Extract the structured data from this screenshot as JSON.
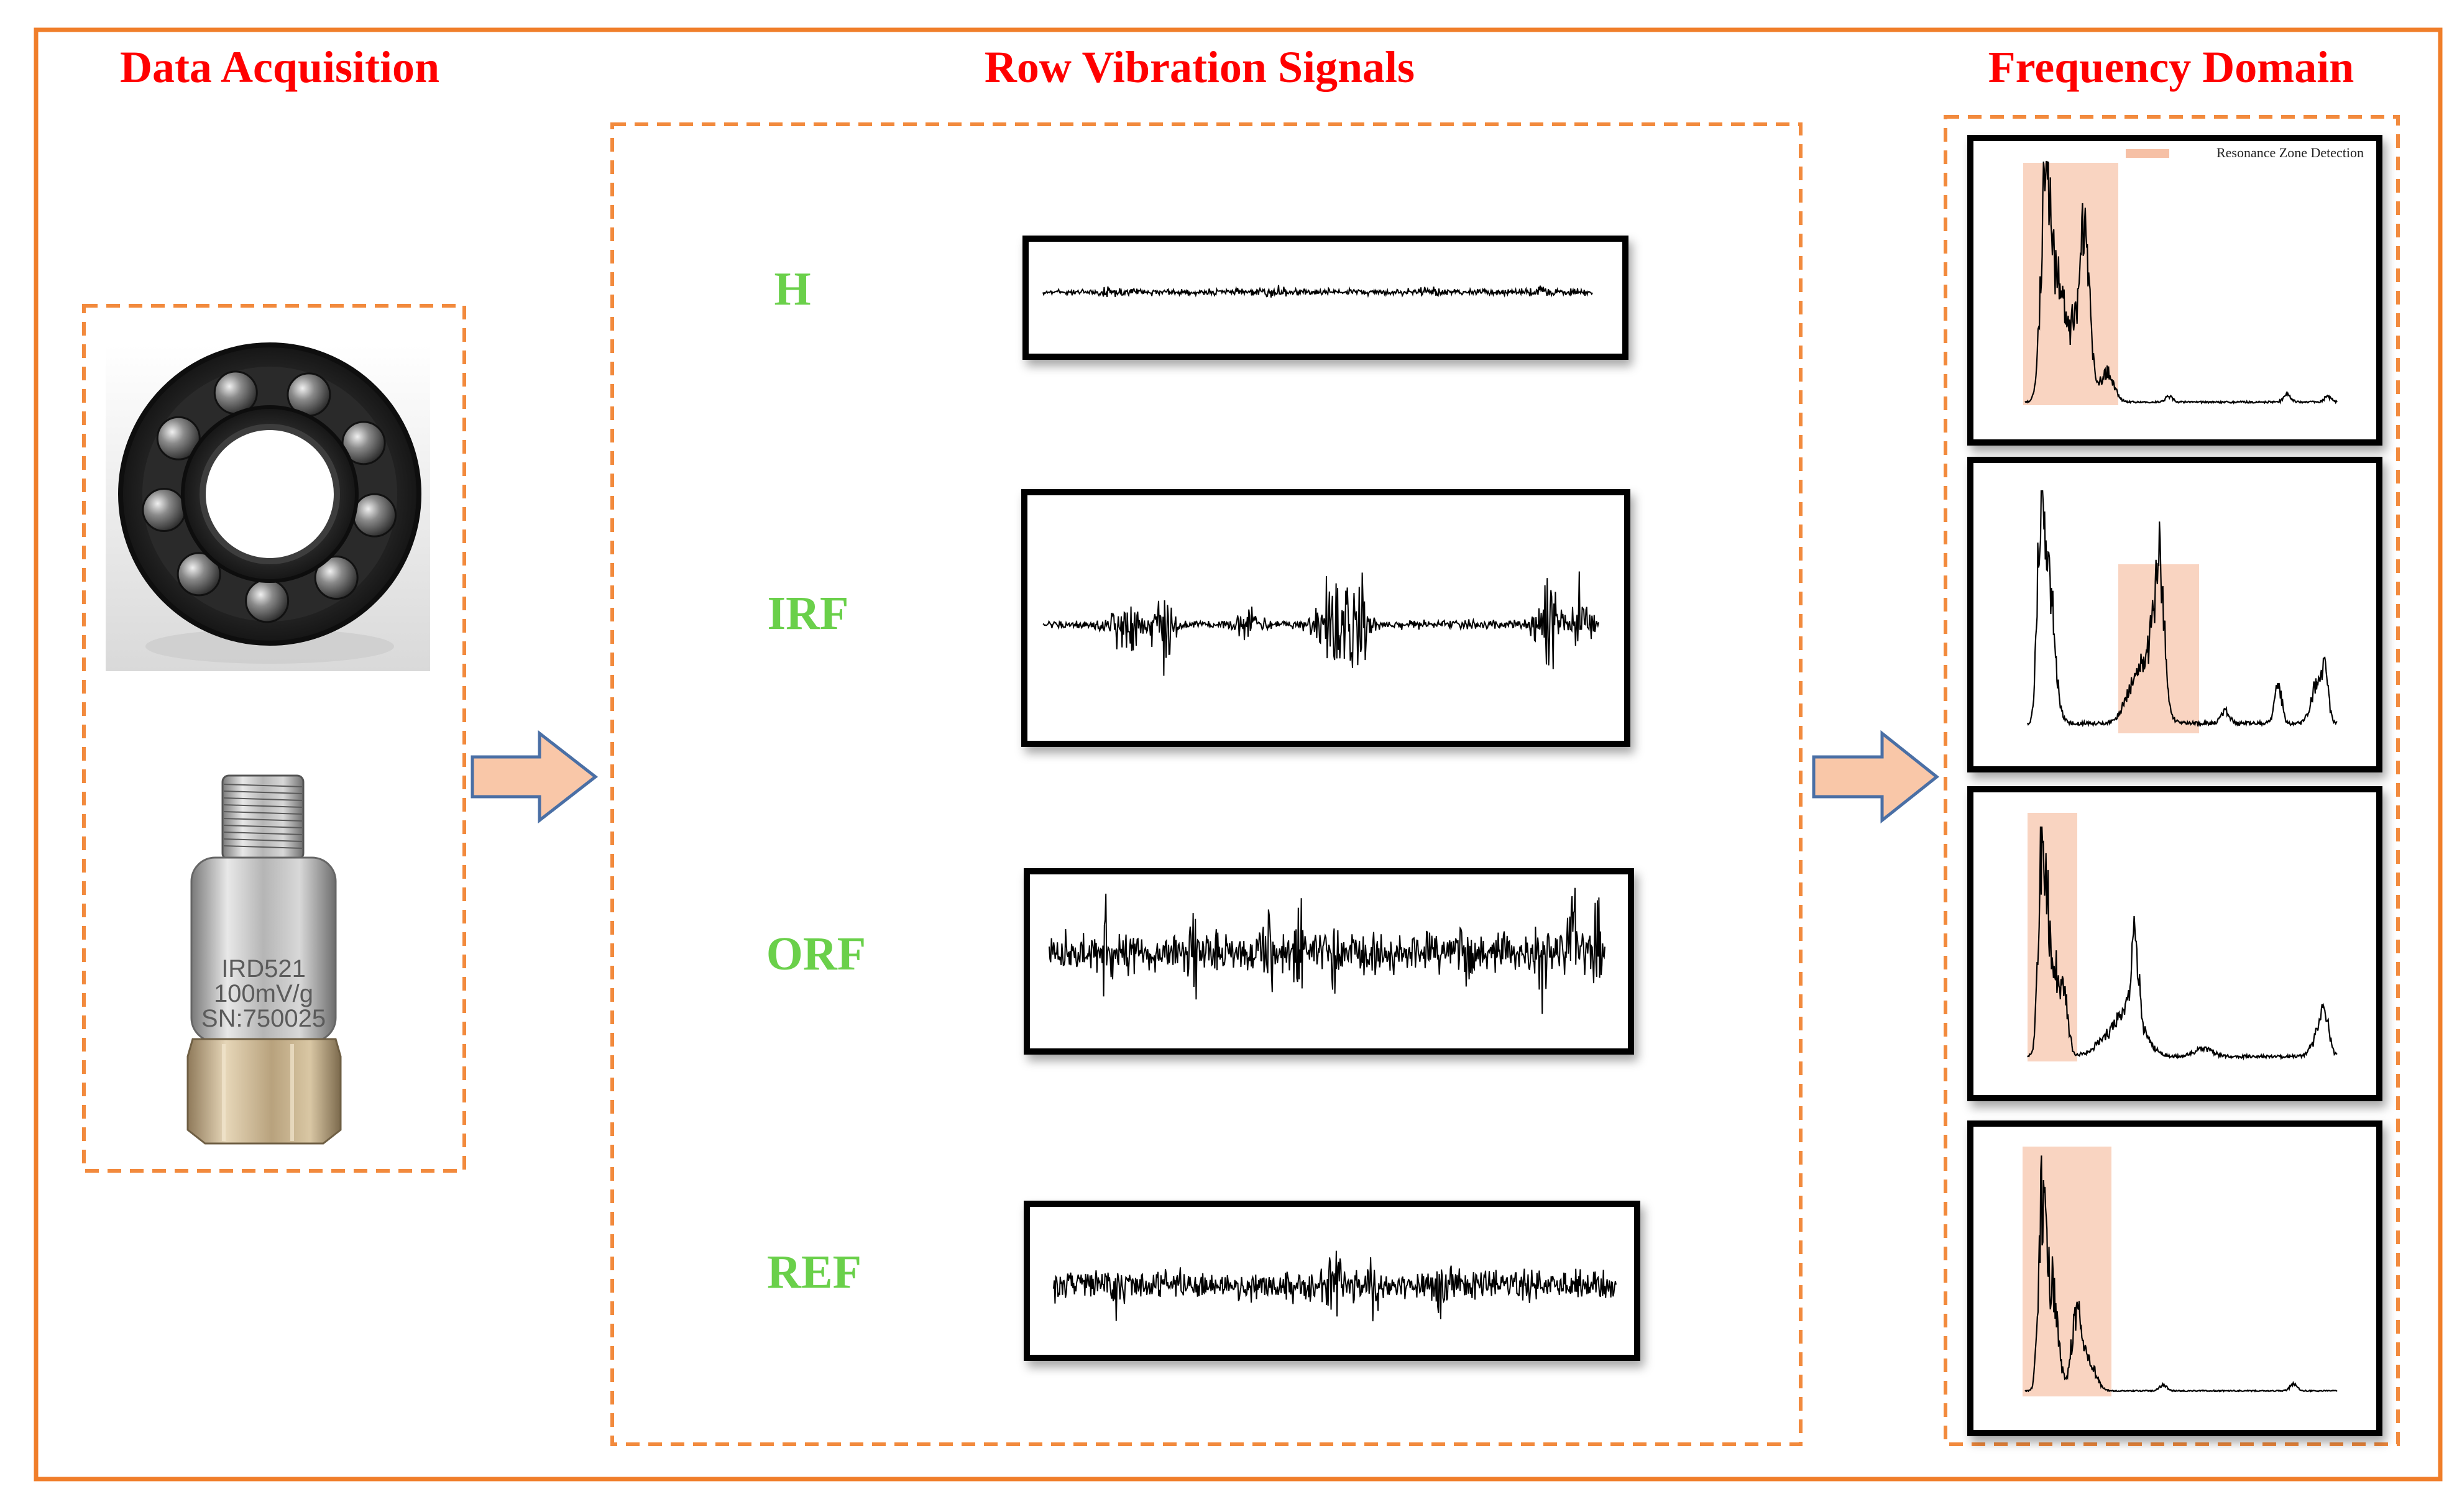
{
  "sections": {
    "acquisition": {
      "title": "Data Acquisition"
    },
    "signals": {
      "title": "Row Vibration Signals"
    },
    "frequency": {
      "title": "Frequency Domain"
    }
  },
  "sensor": {
    "model": "IRD521",
    "sensitivity": "100mV/g",
    "serial": "SN:750025"
  },
  "signals": [
    {
      "label": "H"
    },
    {
      "label": "IRF"
    },
    {
      "label": "ORF"
    },
    {
      "label": "REF"
    }
  ],
  "spectra": {
    "legend": "Resonance Zone Detection"
  },
  "colors": {
    "outer_border": "#f07e2a",
    "dashed_border": "#f28a3d",
    "title": "#ff0000",
    "label": "#6ad04a",
    "arrow_fill": "#f9c7a8",
    "arrow_stroke": "#4a6fa5",
    "highlight": "#f4b08e",
    "trace": "#000000"
  }
}
